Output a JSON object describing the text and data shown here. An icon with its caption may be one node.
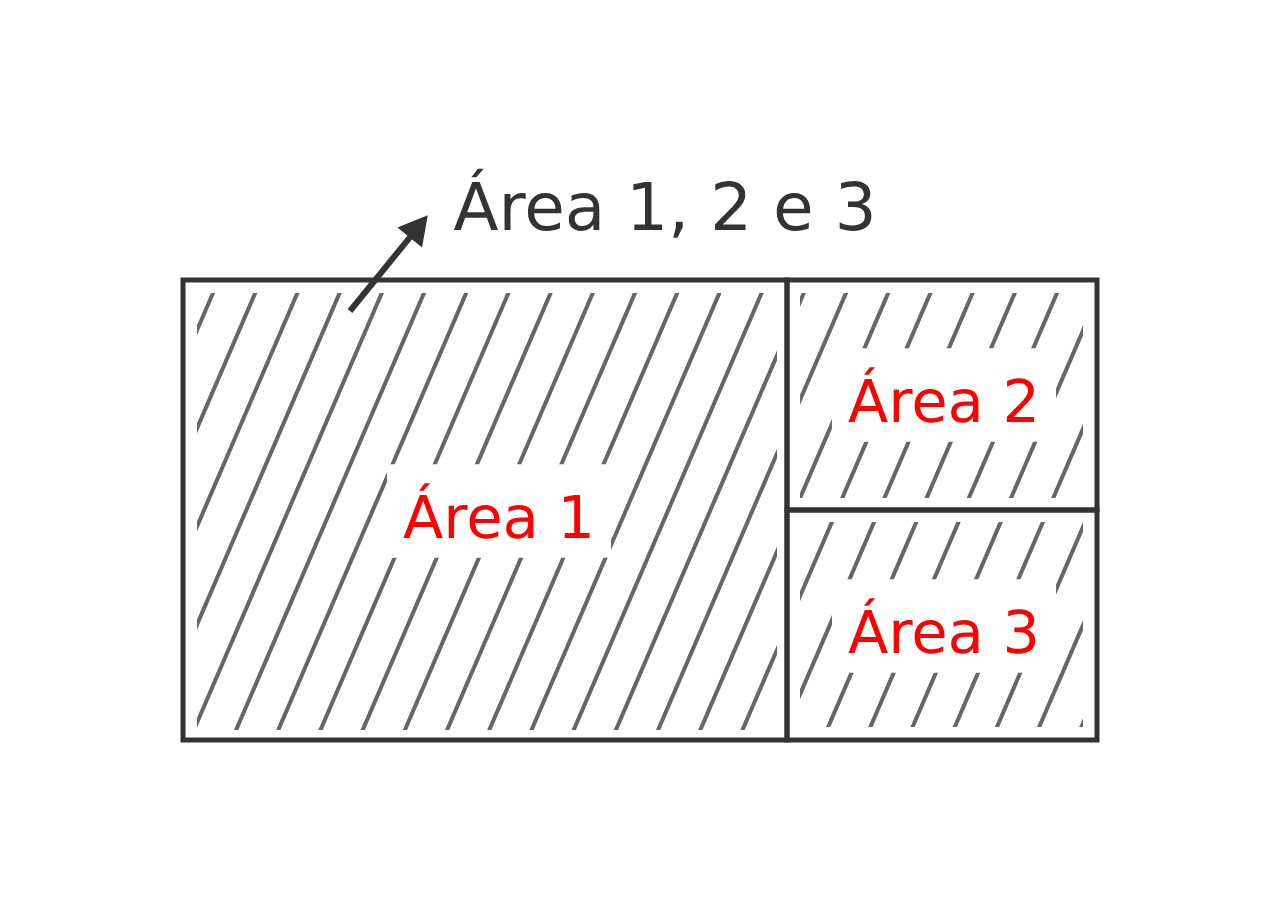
{
  "diagram": {
    "nodes": [
      {
        "text": [
          "Área 1, 2 e 3"
        ]
      },
      {
        "text": [
          "Área 1"
        ]
      },
      {
        "text": [
          "Área 2"
        ]
      },
      {
        "text": [
          "Área 3"
        ]
      }
    ],
    "edges": [
      {
        "from": 1,
        "to": 0,
        "arrow": "to"
      }
    ]
  }
}
